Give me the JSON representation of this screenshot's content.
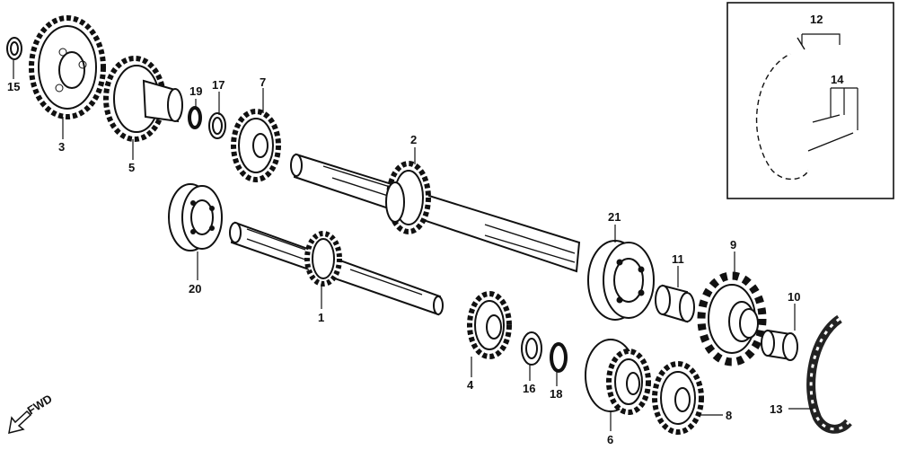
{
  "callouts": {
    "c1": "1",
    "c2": "2",
    "c3": "3",
    "c4": "4",
    "c5": "5",
    "c6": "6",
    "c7": "7",
    "c8": "8",
    "c9": "9",
    "c10": "10",
    "c11": "11",
    "c12": "12",
    "c13": "13",
    "c14": "14",
    "c15": "15",
    "c16": "16",
    "c17": "17",
    "c18": "18",
    "c19": "19",
    "c20": "20",
    "c21": "21"
  },
  "fwd_label": "FWD",
  "icons": {
    "fwd": "arrow-down-left-icon"
  }
}
